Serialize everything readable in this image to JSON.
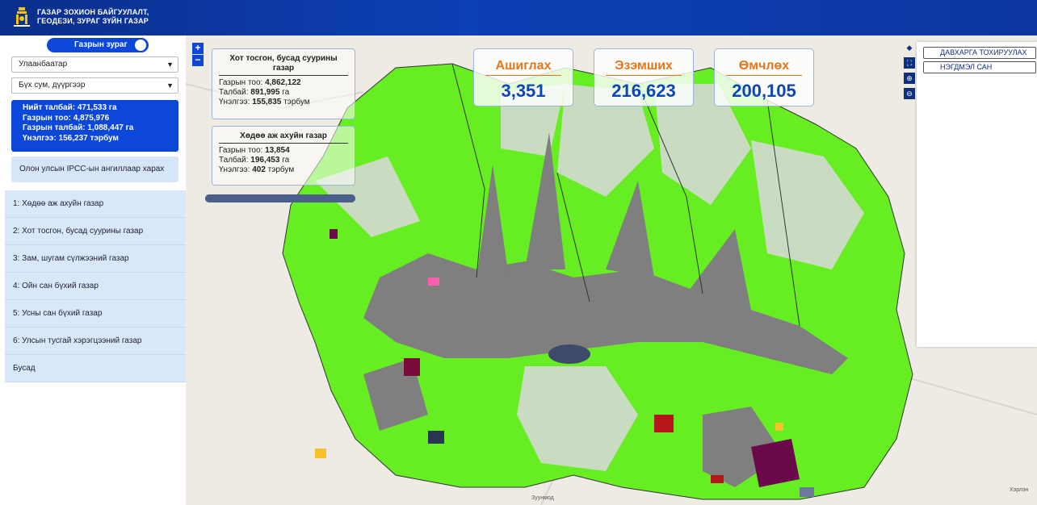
{
  "header": {
    "org_line1": "ГАЗАР ЗОХИОН БАЙГУУЛАЛТ,",
    "org_line2": "ГЕОДЕЗИ, ЗУРАГ ЗҮЙН ГАЗАР",
    "logo_icon": "soyombo-logo-icon"
  },
  "sidebar": {
    "toggle_label": "Газрын зураг",
    "city_select": "Улаанбаатар",
    "district_select": "Бүх сум, дүүргээр",
    "summary": {
      "total_area": "Нийт талбай: 471,533 га",
      "parcel_count": "Газрын тоо: 4,875,976",
      "parcel_area": "Газрын талбай: 1,088,447 га",
      "value": "Үнэлгээ: 156,237 тэрбум"
    },
    "ipcc_button": "Олон улсын IPCC-ын ангиллаар харах",
    "categories": [
      "1: Хөдөө аж ахуйн газар",
      "2: Хот тосгон, бусад суурины газар",
      "3: Зам, шугам сүлжээний газар",
      "4: Ойн сан бүхий газар",
      "5: Усны сан бүхий газар",
      "6: Улсын тусгай хэрэгцээний газар",
      "Бусад"
    ]
  },
  "map": {
    "zoom_in": "+",
    "zoom_out": "−",
    "card_urban": {
      "title": "Хот тосгон, бусад суурины газар",
      "count_label": "Газрын тоо: ",
      "count": "4,862,122",
      "area_label": "Талбай: ",
      "area": "891,995",
      "area_unit": " га",
      "value_label": "Үнэлгээ: ",
      "value": "155,835",
      "value_unit": " тэрбум"
    },
    "card_agri": {
      "title": "Хөдөө аж ахуйн газар",
      "count_label": "Газрын тоо: ",
      "count": "13,854",
      "area_label": "Талбай: ",
      "area": "196,453",
      "area_unit": " га",
      "value_label": "Үнэлгээ: ",
      "value": "402",
      "value_unit": " тэрбум"
    },
    "progress_fraction": 1.0,
    "kpis": [
      {
        "label": "Ашиглах",
        "value": "3,351"
      },
      {
        "label": "Эзэмших",
        "value": "216,623"
      },
      {
        "label": "Өмчлөх",
        "value": "200,105"
      }
    ],
    "tools": [
      "layers-icon",
      "fullscreen-icon",
      "zoom-in-search-icon",
      "zoom-out-search-icon"
    ],
    "layer_buttons": [
      "ДАВХАРГА ТОХИРУУЛАХ",
      "НЭГДМЭЛ САН"
    ],
    "place_labels": [
      "Зуунмод",
      "Хэрлэн"
    ],
    "colors": {
      "accent": "#0d47d9",
      "kpi_label": "#e8751a",
      "kpi_value": "#0d47b5",
      "green_land": "#66ee22",
      "urban_gray": "#7f7f80",
      "pale_green": "#c9dcc2"
    }
  }
}
